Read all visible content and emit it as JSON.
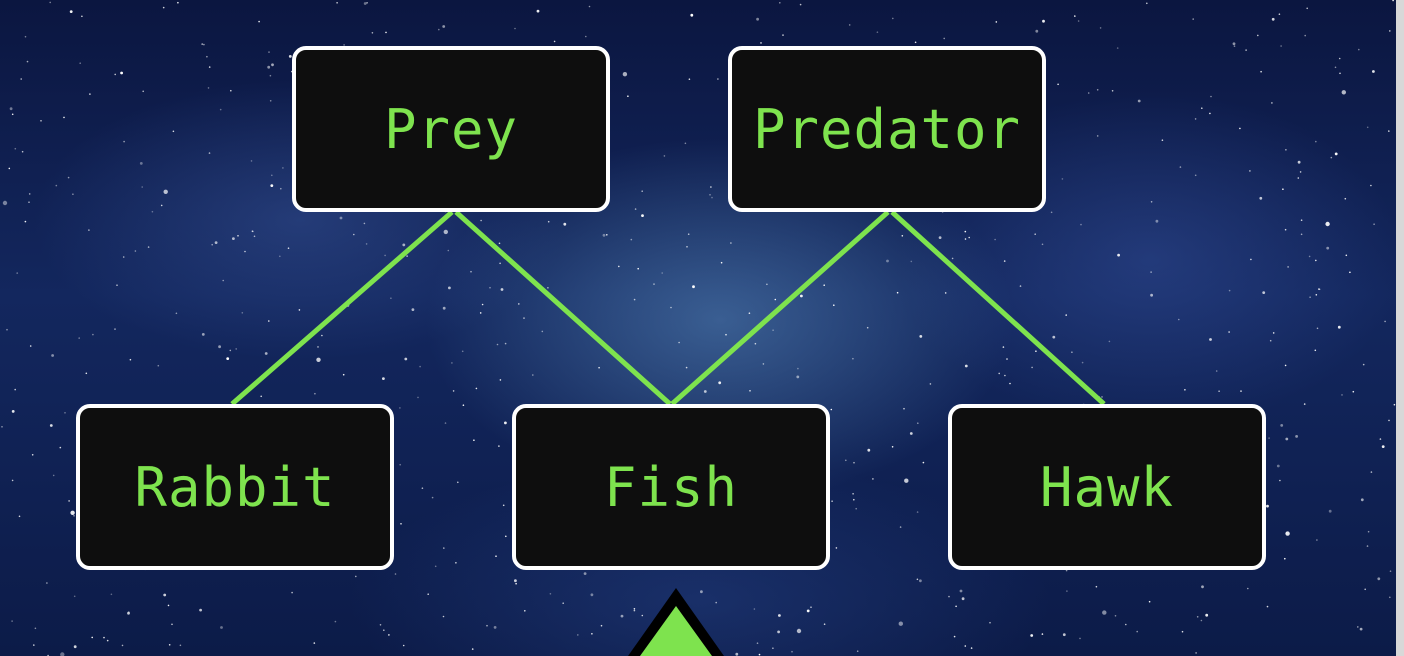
{
  "diagram": {
    "nodes": {
      "prey": "Prey",
      "predator": "Predator",
      "rabbit": "Rabbit",
      "fish": "Fish",
      "hawk": "Hawk"
    },
    "edges": [
      {
        "from": "prey",
        "to": "rabbit"
      },
      {
        "from": "prey",
        "to": "fish"
      },
      {
        "from": "predator",
        "to": "fish"
      },
      {
        "from": "predator",
        "to": "hawk"
      }
    ]
  },
  "colors": {
    "text": "#7ee34e",
    "edge": "#7ee34e",
    "node_fill": "#0e0e0e",
    "node_border": "#ffffff",
    "background": "#0b1640"
  }
}
